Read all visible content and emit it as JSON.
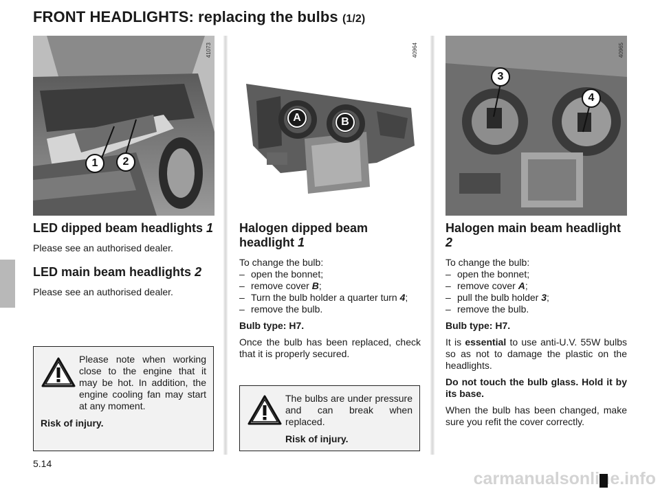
{
  "page": {
    "title": "FRONT HEADLIGHTS: replacing the bulbs",
    "title_part": "(1/2)",
    "page_number": "5.14",
    "watermark": "carmanualsonline.info"
  },
  "photos": [
    {
      "code": "41073",
      "callouts": [
        "1",
        "2"
      ],
      "icon": "car-front-bonnet-open-photo"
    },
    {
      "code": "40964",
      "callouts": [
        "A",
        "B"
      ],
      "icon": "headlight-unit-rear-photo"
    },
    {
      "code": "40965",
      "callouts": [
        "3",
        "4"
      ],
      "icon": "halogen-bulb-holders-photo"
    }
  ],
  "col1": {
    "h1": "LED dipped beam headlights",
    "h1_ref": "1",
    "p1": "Please see an authorised dealer.",
    "h2": "LED main beam headlights",
    "h2_ref": "2",
    "p2": "Please see an authorised dealer.",
    "warning": {
      "text": "Please note when working close to the engine that it may be hot. In addition, the engine cooling fan may start at any moment.",
      "risk": "Risk of injury.",
      "icon": "warning-triangle-icon"
    }
  },
  "col2": {
    "h": "Halogen dipped beam headlight",
    "h_ref": "1",
    "intro": "To change the bulb:",
    "steps": [
      {
        "text": "open the bonnet;"
      },
      {
        "pre": "remove cover ",
        "ref": "B",
        "post": ";"
      },
      {
        "pre": "Turn the bulb holder a quarter turn ",
        "ref": "4",
        "post": ";"
      },
      {
        "text": "remove the bulb."
      }
    ],
    "bulb_type": "Bulb type: H7.",
    "p_after": "Once the bulb has been replaced, check that it is properly secured.",
    "warning": {
      "text": "The bulbs are under pressure and can break when replaced.",
      "risk": "Risk of injury.",
      "icon": "warning-triangle-icon"
    }
  },
  "col3": {
    "h": "Halogen main beam headlight",
    "h_ref": "2",
    "intro": "To change the bulb:",
    "steps": [
      {
        "text": "open the bonnet;"
      },
      {
        "pre": "remove cover ",
        "ref": "A",
        "post": ";"
      },
      {
        "pre": "pull the bulb holder ",
        "ref": "3",
        "post": ";"
      },
      {
        "text": "remove the bulb."
      }
    ],
    "bulb_type": "Bulb type: H7.",
    "p1_pre": "It is ",
    "p1_bold": "essential",
    "p1_post": " to use anti-U.V. 55W bulbs so as not to damage the plastic on the headlights.",
    "p2": "Do not touch the bulb glass. Hold it by its base.",
    "p3": "When the bulb has been changed, make sure you refit the cover correctly."
  }
}
